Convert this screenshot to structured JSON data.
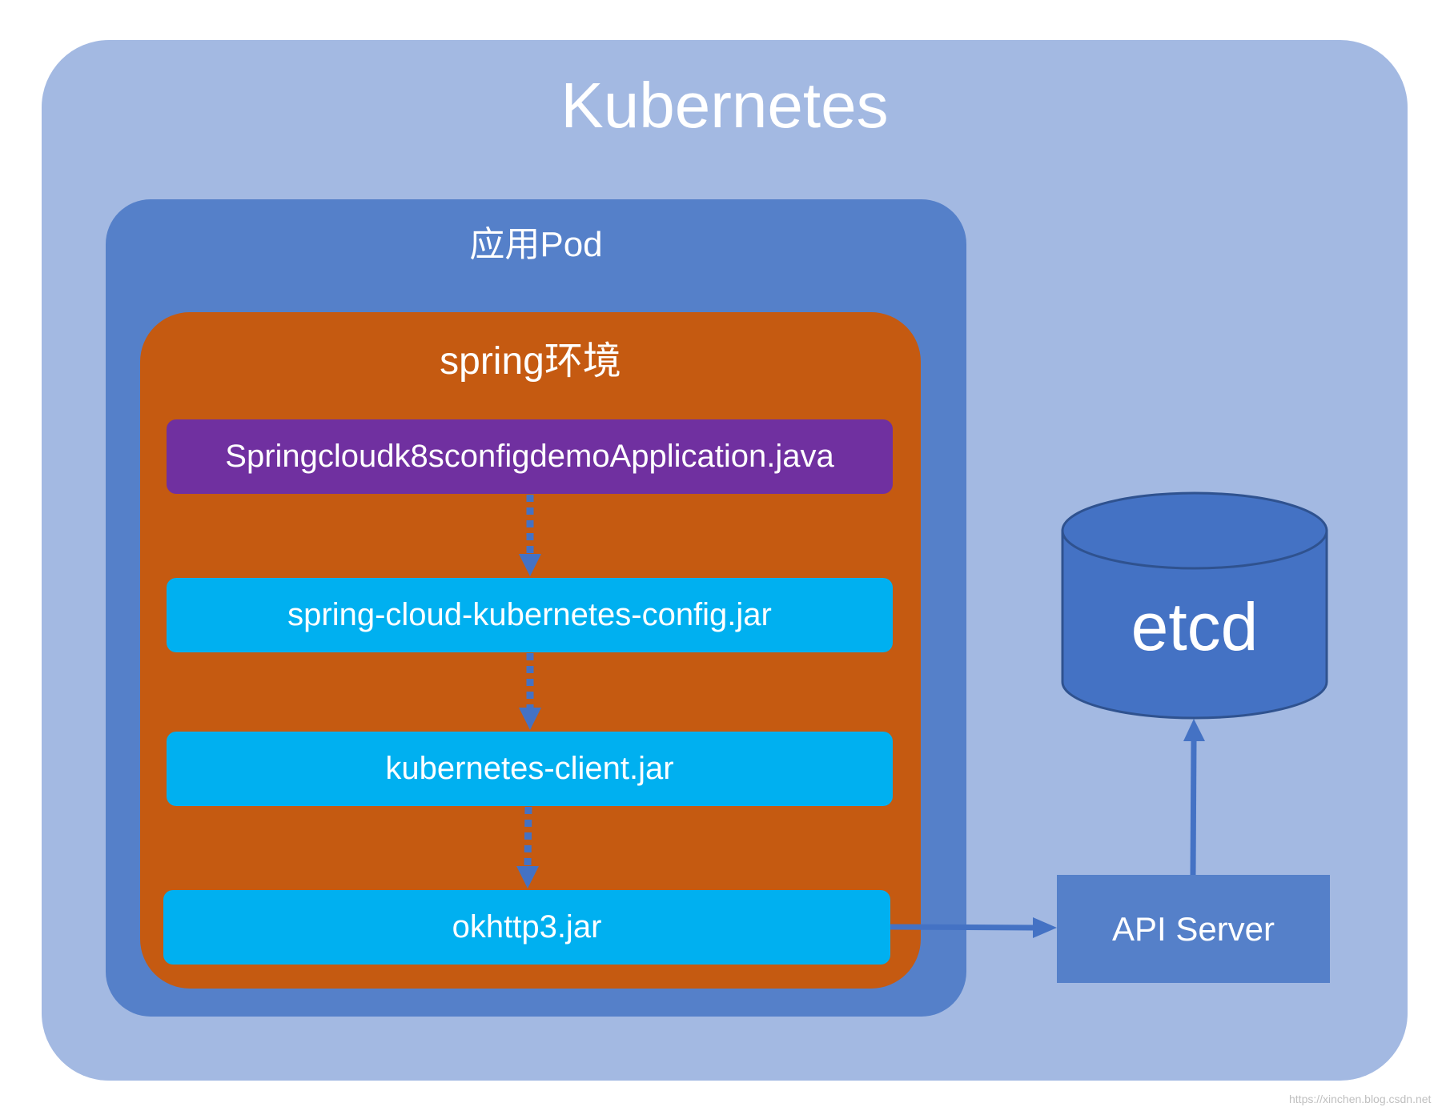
{
  "kubernetes": {
    "title": "Kubernetes"
  },
  "pod": {
    "title": "应用Pod"
  },
  "spring": {
    "title": "spring环境"
  },
  "layers": [
    {
      "label": "Springcloudk8sconfigdemoApplication.java"
    },
    {
      "label": "spring-cloud-kubernetes-config.jar"
    },
    {
      "label": "kubernetes-client.jar"
    },
    {
      "label": "okhttp3.jar"
    }
  ],
  "api_server": {
    "label": "API Server"
  },
  "etcd": {
    "label": "etcd"
  },
  "watermark": "https://xinchen.blog.csdn.net",
  "colors": {
    "kubernetes_bg": "#a3b9e2",
    "pod_bg": "#5580c9",
    "spring_bg": "#c55a11",
    "app_layer": "#7030a0",
    "jar_layer": "#00b0f0",
    "etcd_fill": "#4472c4",
    "arrow": "#4472c4"
  }
}
